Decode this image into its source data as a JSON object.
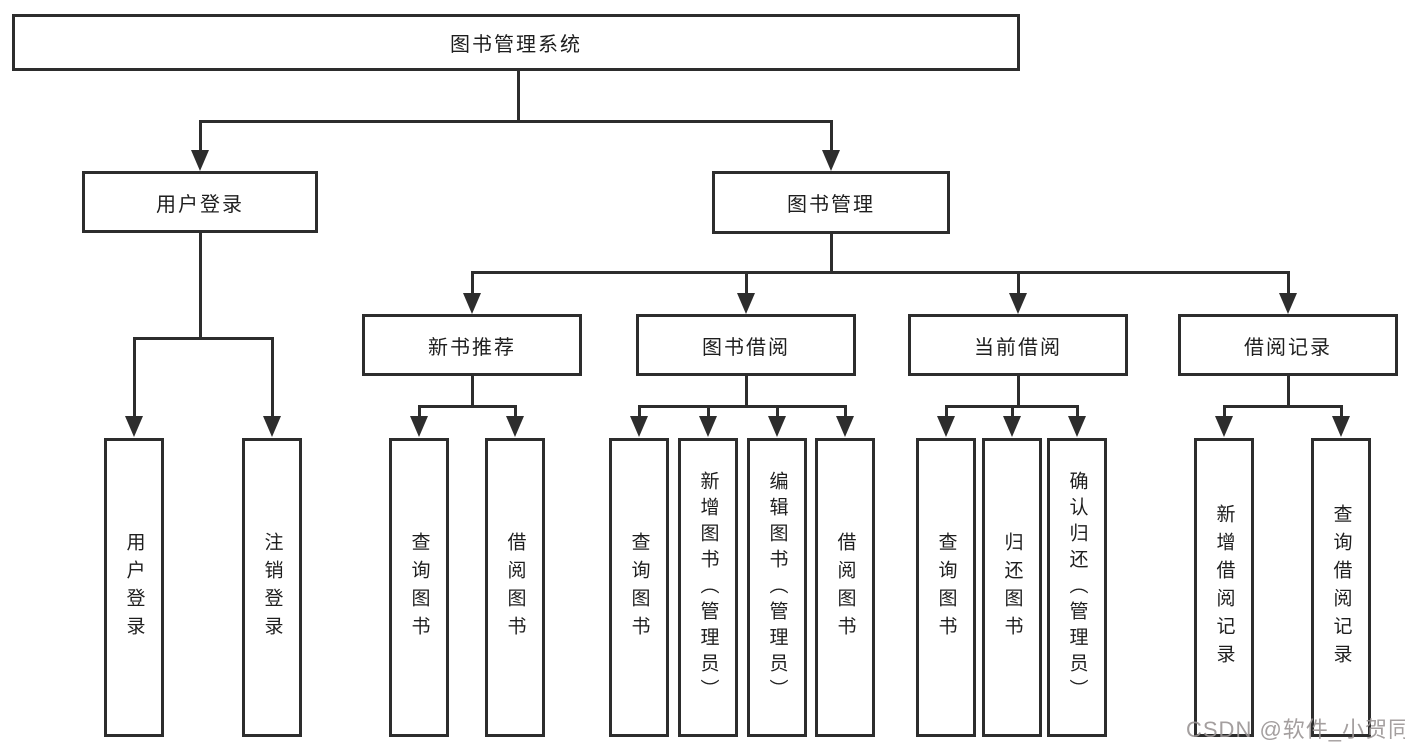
{
  "diagram": {
    "tree": {
      "root": {
        "label": "图书管理系统"
      },
      "user": {
        "label": "用户登录",
        "children": [
          {
            "label": "用户登录"
          },
          {
            "label": "注销登录"
          }
        ]
      },
      "book": {
        "label": "图书管理",
        "children": [
          {
            "label": "新书推荐",
            "children": [
              {
                "label": "查询图书"
              },
              {
                "label": "借阅图书"
              }
            ]
          },
          {
            "label": "图书借阅",
            "children": [
              {
                "label": "查询图书"
              },
              {
                "label": "新增图书（管理员）"
              },
              {
                "label": "编辑图书（管理员）"
              },
              {
                "label": "借阅图书"
              }
            ]
          },
          {
            "label": "当前借阅",
            "children": [
              {
                "label": "查询图书"
              },
              {
                "label": "归还图书"
              },
              {
                "label": "确认归还（管理员）"
              }
            ]
          },
          {
            "label": "借阅记录",
            "children": [
              {
                "label": "新增借阅记录"
              },
              {
                "label": "查询借阅记录"
              }
            ]
          }
        ]
      }
    },
    "watermark": {
      "text": "CSDN @软件_小贺同学"
    },
    "colors": {
      "line": "#2d2d2d",
      "border": "#2d2d2d",
      "text": "#1e1e1e",
      "watermark": "#9a9595",
      "background": "#ffffff"
    }
  }
}
